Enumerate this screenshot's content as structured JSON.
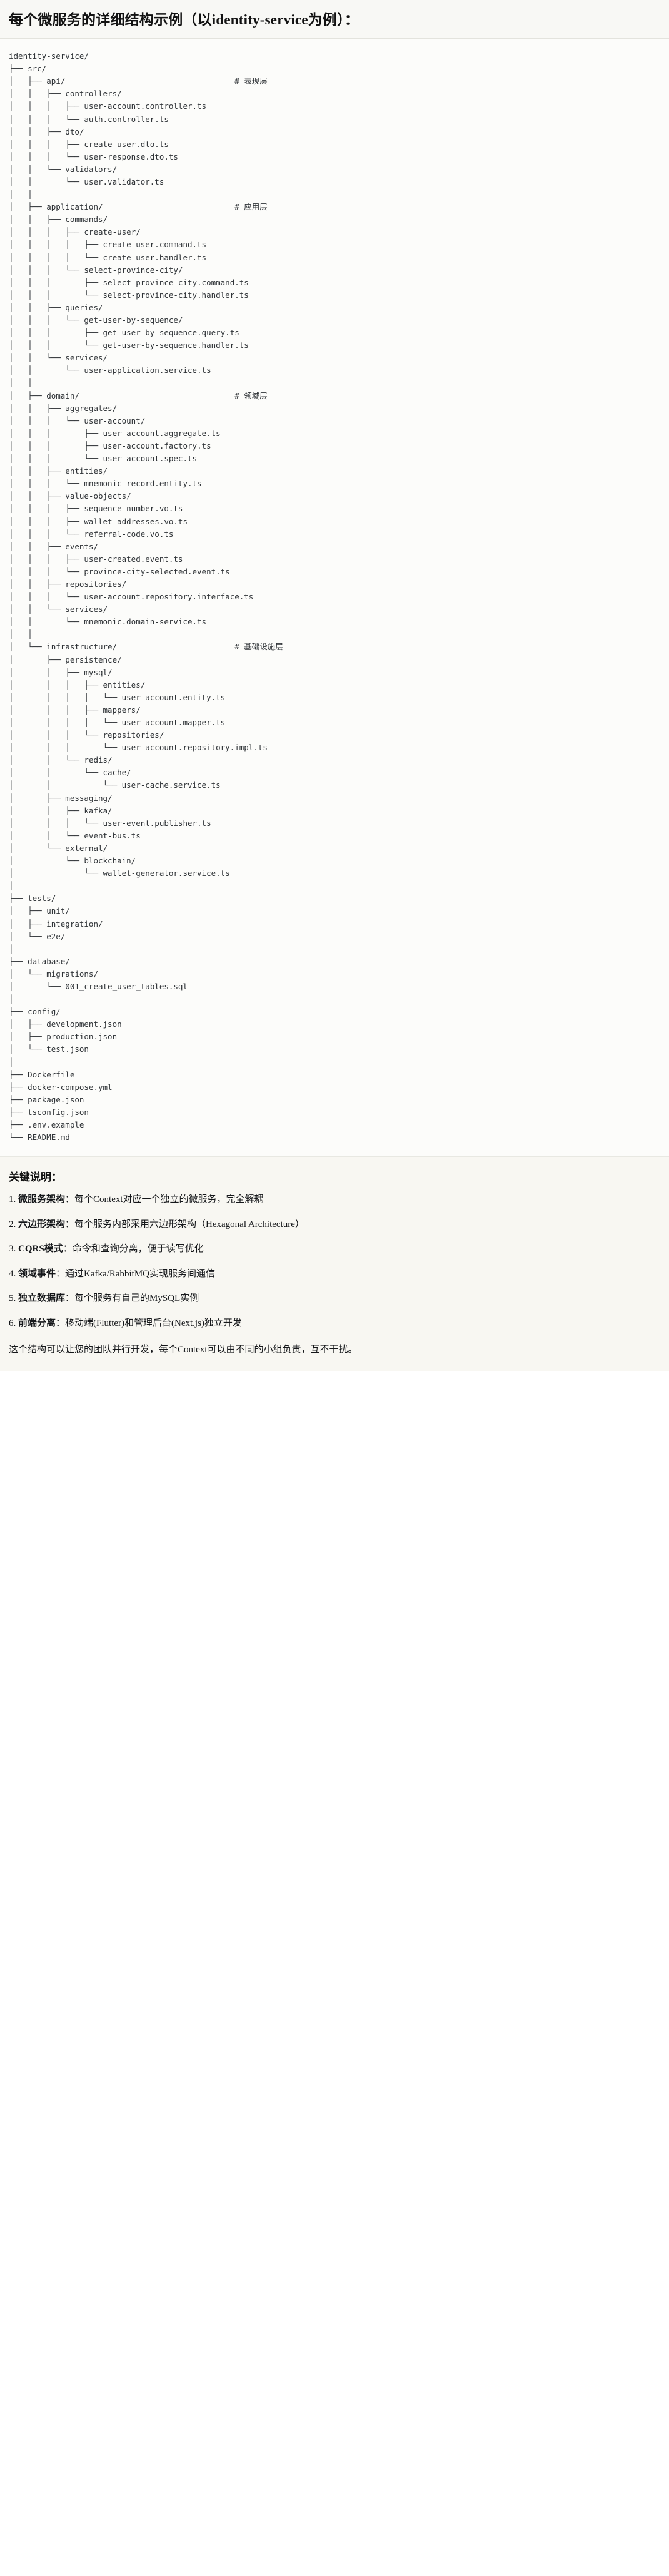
{
  "header": {
    "title": "每个微服务的详细结构示例（以identity-service为例）："
  },
  "code_block": {
    "language": "text",
    "tree_text": "identity-service/\n├── src/\n│   ├── api/                                    # 表现层\n│   │   ├── controllers/\n│   │   │   ├── user-account.controller.ts\n│   │   │   └── auth.controller.ts\n│   │   ├── dto/\n│   │   │   ├── create-user.dto.ts\n│   │   │   └── user-response.dto.ts\n│   │   └── validators/\n│   │       └── user.validator.ts\n│   │\n│   ├── application/                            # 应用层\n│   │   ├── commands/\n│   │   │   ├── create-user/\n│   │   │   │   ├── create-user.command.ts\n│   │   │   │   └── create-user.handler.ts\n│   │   │   └── select-province-city/\n│   │   │       ├── select-province-city.command.ts\n│   │   │       └── select-province-city.handler.ts\n│   │   ├── queries/\n│   │   │   └── get-user-by-sequence/\n│   │   │       ├── get-user-by-sequence.query.ts\n│   │   │       └── get-user-by-sequence.handler.ts\n│   │   └── services/\n│   │       └── user-application.service.ts\n│   │\n│   ├── domain/                                 # 领域层\n│   │   ├── aggregates/\n│   │   │   └── user-account/\n│   │   │       ├── user-account.aggregate.ts\n│   │   │       ├── user-account.factory.ts\n│   │   │       └── user-account.spec.ts\n│   │   ├── entities/\n│   │   │   └── mnemonic-record.entity.ts\n│   │   ├── value-objects/\n│   │   │   ├── sequence-number.vo.ts\n│   │   │   ├── wallet-addresses.vo.ts\n│   │   │   └── referral-code.vo.ts\n│   │   ├── events/\n│   │   │   ├── user-created.event.ts\n│   │   │   └── province-city-selected.event.ts\n│   │   ├── repositories/\n│   │   │   └── user-account.repository.interface.ts\n│   │   └── services/\n│   │       └── mnemonic.domain-service.ts\n│   │\n│   └── infrastructure/                         # 基础设施层\n│       ├── persistence/\n│       │   ├── mysql/\n│       │   │   ├── entities/\n│       │   │   │   └── user-account.entity.ts\n│       │   │   ├── mappers/\n│       │   │   │   └── user-account.mapper.ts\n│       │   │   └── repositories/\n│       │   │       └── user-account.repository.impl.ts\n│       │   └── redis/\n│       │       └── cache/\n│       │           └── user-cache.service.ts\n│       ├── messaging/\n│       │   ├── kafka/\n│       │   │   └── user-event.publisher.ts\n│       │   └── event-bus.ts\n│       └── external/\n│           └── blockchain/\n│               └── wallet-generator.service.ts\n│\n├── tests/\n│   ├── unit/\n│   ├── integration/\n│   └── e2e/\n│\n├── database/\n│   └── migrations/\n│       └── 001_create_user_tables.sql\n│\n├── config/\n│   ├── development.json\n│   ├── production.json\n│   └── test.json\n│\n├── Dockerfile\n├── docker-compose.yml\n├── package.json\n├── tsconfig.json\n├── .env.example\n└── README.md",
    "layer_comments": [
      {
        "path": "api/",
        "comment": "# 表现层"
      },
      {
        "path": "application/",
        "comment": "# 应用层"
      },
      {
        "path": "domain/",
        "comment": "# 领域层"
      },
      {
        "path": "infrastructure/",
        "comment": "# 基础设施层"
      }
    ]
  },
  "notes": {
    "title": "关键说明：",
    "items": [
      {
        "term": "微服务架构",
        "sep": "：",
        "desc": "每个Context对应一个独立的微服务，完全解耦"
      },
      {
        "term": "六边形架构",
        "sep": "：",
        "desc": "每个服务内部采用六边形架构（Hexagonal Architecture）"
      },
      {
        "term": "CQRS模式",
        "sep": "：",
        "desc": "命令和查询分离，便于读写优化"
      },
      {
        "term": "领域事件",
        "sep": "：",
        "desc": "通过Kafka/RabbitMQ实现服务间通信"
      },
      {
        "term": "独立数据库",
        "sep": "：",
        "desc": "每个服务有自己的MySQL实例"
      },
      {
        "term": "前端分离",
        "sep": "：",
        "desc": "移动端(Flutter)和管理后台(Next.js)独立开发"
      }
    ],
    "closing": "这个结构可以让您的团队并行开发，每个Context可以由不同的小组负责，互不干扰。"
  },
  "colors": {
    "page_background": "#ffffff",
    "header_background": "#f8f8f5",
    "code_background": "#fcfcfa",
    "notes_background": "#f8f7f2",
    "text": "#1a1a1a",
    "code_text": "#2f3337",
    "divider": "#e3e3dd"
  }
}
